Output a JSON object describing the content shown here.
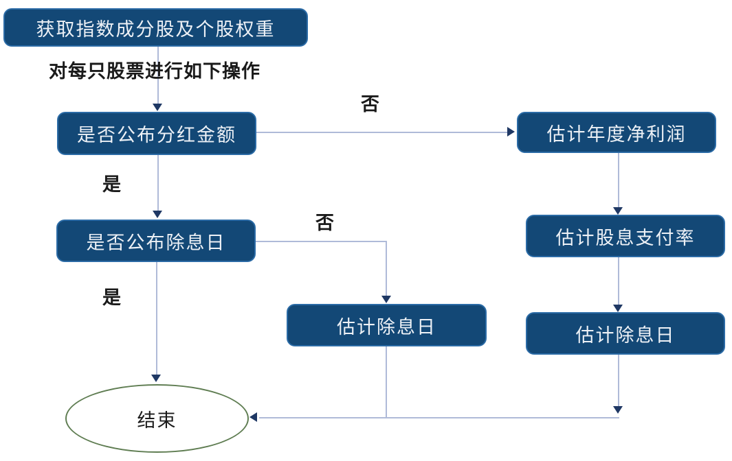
{
  "nodes": {
    "start": {
      "label": "获取指数成分股及个股权重"
    },
    "note": {
      "label": "对每只股票进行如下操作"
    },
    "q_dividend_amount": {
      "label": "是否公布分红金额"
    },
    "estimate_net_profit": {
      "label": "估计年度净利润"
    },
    "q_ex_date": {
      "label": "是否公布除息日"
    },
    "estimate_payout_ratio": {
      "label": "估计股息支付率"
    },
    "estimate_ex_date_center": {
      "label": "估计除息日"
    },
    "estimate_ex_date_right": {
      "label": "估计除息日"
    },
    "end": {
      "label": "结束"
    }
  },
  "edge_labels": {
    "no_top": "否",
    "yes_top": "是",
    "no_mid": "否",
    "yes_mid": "是"
  },
  "colors": {
    "background": "#FFFFFF",
    "node_fill": "#134876",
    "node_border": "#2B6BA6",
    "node_text": "#EDF1F6",
    "connector_stem": "#AFBAD8",
    "arrowhead": "#1F3864",
    "end_border": "#5F7D52",
    "label_text": "#1A1A1A"
  }
}
